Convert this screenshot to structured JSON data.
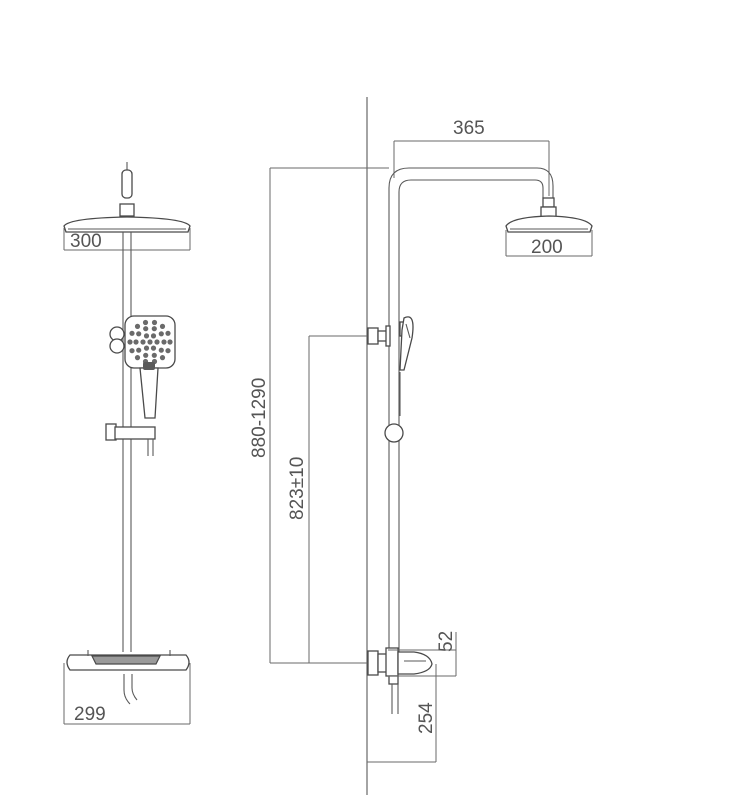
{
  "dimensions": {
    "front_head_width": "300",
    "front_valve_width": "299",
    "side_arm_reach": "365",
    "side_head_width": "200",
    "side_total_height": "880-1290",
    "side_outlet_height": "823±10",
    "side_valve_height": "52",
    "side_spout_reach": "254"
  },
  "colors": {
    "line": "#5a5a5a",
    "text": "#555555",
    "background": "#ffffff"
  }
}
